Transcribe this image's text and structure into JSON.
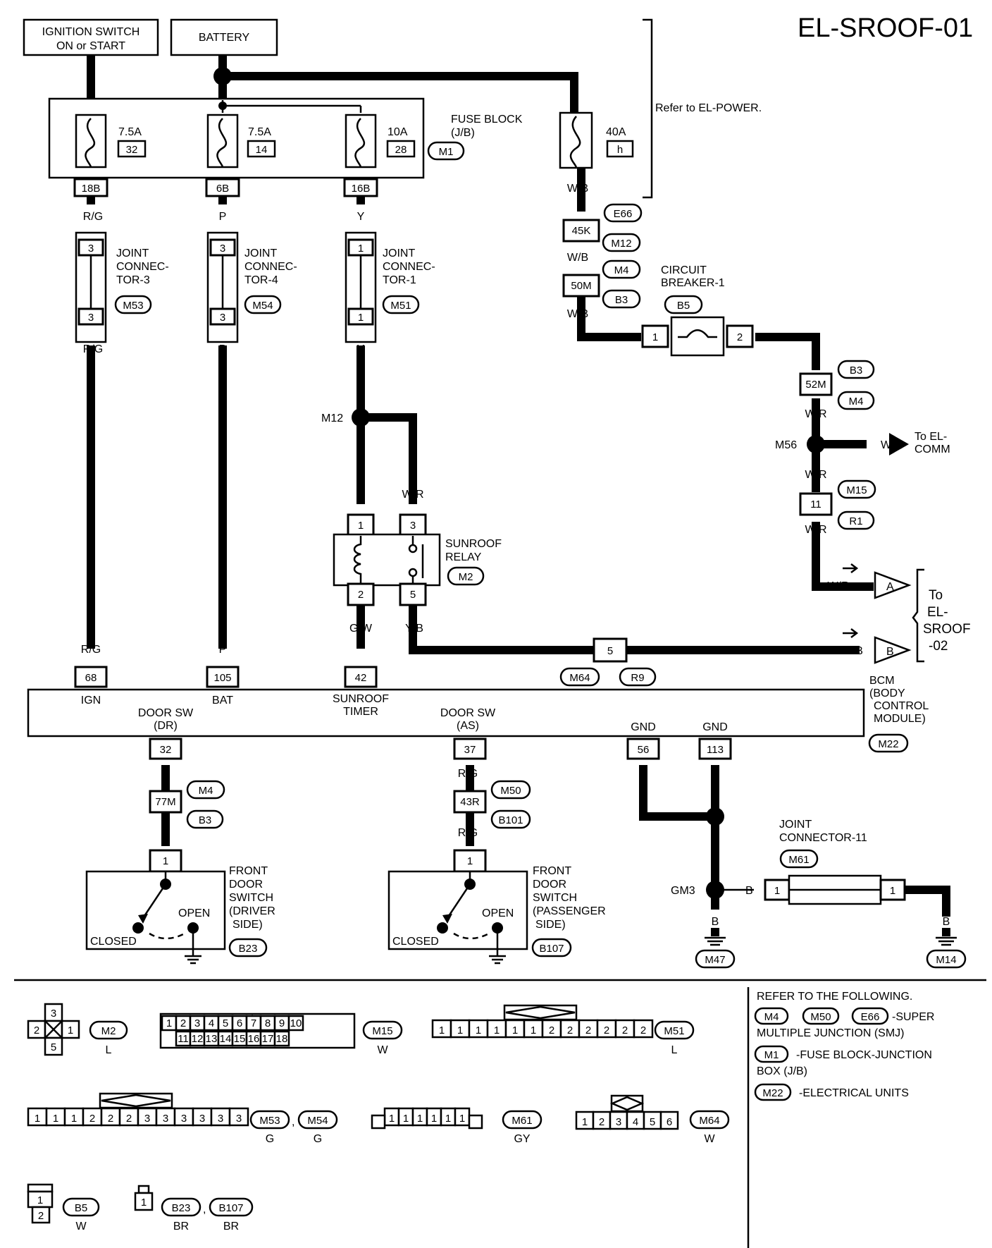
{
  "page_id": "EL-SROOF-01",
  "sources": {
    "ignition_line1": "IGNITION SWITCH",
    "ignition_line2": "ON or START",
    "battery": "BATTERY"
  },
  "refer_power": "Refer to EL-POWER.",
  "fuse_block": {
    "label_line1": "FUSE BLOCK",
    "label_line2": "(J/B)",
    "code": "M1",
    "fuses": [
      {
        "amp": "7.5A",
        "num": "32",
        "term": "18B"
      },
      {
        "amp": "7.5A",
        "num": "14",
        "term": "6B"
      },
      {
        "amp": "10A",
        "num": "28",
        "term": "16B"
      }
    ]
  },
  "fusible_link": {
    "amp": "40A",
    "num": "h"
  },
  "wire_colors": {
    "rg": "R/G",
    "p": "P",
    "y": "Y",
    "wb": "W/B",
    "wr": "W/R",
    "yb": "Y/B",
    "gw": "G/W",
    "r": "R",
    "b": "B"
  },
  "joint_connectors": [
    {
      "l1": "JOINT",
      "l2": "CONNEC-",
      "l3": "TOR-3",
      "code": "M53",
      "pin": "3"
    },
    {
      "l1": "JOINT",
      "l2": "CONNEC-",
      "l3": "TOR-4",
      "code": "M54",
      "pin": "3"
    },
    {
      "l1": "JOINT",
      "l2": "CONNEC-",
      "l3": "TOR-1",
      "code": "M51",
      "pin": "1"
    }
  ],
  "harness": {
    "e66": "E66",
    "c45k": "45K",
    "m12": "M12",
    "m4": "M4",
    "c50m": "50M",
    "b3": "B3",
    "c52m": "52M",
    "m15": "M15",
    "r1": "R1",
    "c11": "11",
    "m64": "M64",
    "r9": "R9",
    "c5": "5",
    "m50": "M50",
    "b101": "B101",
    "c77m": "77M",
    "c43r": "43R"
  },
  "circuit_breaker": {
    "l1": "CIRCUIT",
    "l2": "BREAKER-1",
    "code": "B5",
    "pin1": "1",
    "pin2": "2"
  },
  "splices": {
    "m12": "M12",
    "m56": "M56",
    "gm3": "GM3"
  },
  "to_comm": {
    "l1": "To EL-",
    "l2": "COMM"
  },
  "relay": {
    "l1": "SUNROOF",
    "l2": "RELAY",
    "code": "M2",
    "pins": [
      "1",
      "3",
      "2",
      "5"
    ]
  },
  "to_sroof02": {
    "l1": "To",
    "l2": "EL-",
    "l3": "SROOF",
    "l4": "-02",
    "a": "A",
    "b": "B"
  },
  "bcm": {
    "l1": "BCM",
    "l2": "(BODY",
    "l3": "CONTROL",
    "l4": "MODULE)",
    "code": "M22",
    "pins_top": [
      {
        "num": "68",
        "label": "IGN"
      },
      {
        "num": "105",
        "label": "BAT"
      },
      {
        "num": "42",
        "label1": "SUNROOF",
        "label2": "TIMER"
      }
    ],
    "pins_bottom": [
      {
        "num": "32",
        "label1": "DOOR SW",
        "label2": "(DR)"
      },
      {
        "num": "37",
        "label1": "DOOR SW",
        "label2": "(AS)"
      },
      {
        "num": "56",
        "label": "GND"
      },
      {
        "num": "113",
        "label": "GND"
      }
    ]
  },
  "door_switches": [
    {
      "l1": "FRONT",
      "l2": "DOOR",
      "l3": "SWITCH",
      "l4": "(DRIVER",
      "l5": "SIDE)",
      "code": "B23",
      "pin": "1",
      "open": "OPEN",
      "closed": "CLOSED"
    },
    {
      "l1": "FRONT",
      "l2": "DOOR",
      "l3": "SWITCH",
      "l4": "(PASSENGER",
      "l5": "SIDE)",
      "code": "B107",
      "pin": "1",
      "open": "OPEN",
      "closed": "CLOSED"
    }
  ],
  "joint11": {
    "l1": "JOINT",
    "l2": "CONNECTOR-11",
    "code": "M61",
    "pin": "1"
  },
  "grounds": {
    "m47": "M47",
    "m14": "M14"
  },
  "legend": {
    "l1": "REFER TO THE FOLLOWING.",
    "smj_codes": [
      "M4",
      "M50",
      "E66"
    ],
    "smj_l1": "-SUPER",
    "smj_l2": "MULTIPLE JUNCTION (SMJ)",
    "jb_code": "M1",
    "jb_l1": "-FUSE BLOCK-JUNCTION",
    "jb_l2": "BOX (J/B)",
    "eu_code": "M22",
    "eu_l1": "-ELECTRICAL UNITS"
  },
  "connector_views": {
    "m2": {
      "code": "M2",
      "color": "L",
      "pins": [
        "3",
        "2",
        "1",
        "5"
      ]
    },
    "m15": {
      "code": "M15",
      "color": "W",
      "row1": [
        "1",
        "2",
        "3",
        "4",
        "5",
        "6",
        "7",
        "8",
        "9",
        "10"
      ],
      "row2": [
        "11",
        "12",
        "13",
        "14",
        "15",
        "16",
        "17",
        "18"
      ]
    },
    "m51": {
      "code": "M51",
      "color": "L",
      "pins": [
        "1",
        "1",
        "1",
        "1",
        "1",
        "1",
        "2",
        "2",
        "2",
        "2",
        "2",
        "2"
      ]
    },
    "m53": {
      "code": "M53",
      "color": "G",
      "code2": "M54",
      "color2": "G",
      "pins": [
        "1",
        "1",
        "1",
        "2",
        "2",
        "2",
        "3",
        "3",
        "3",
        "3",
        "3",
        "3"
      ]
    },
    "m61": {
      "code": "M61",
      "color": "GY",
      "pins": [
        "1",
        "1",
        "1",
        "1",
        "1",
        "1"
      ]
    },
    "m64": {
      "code": "M64",
      "color": "W",
      "pins": [
        "1",
        "2",
        "3",
        "4",
        "5",
        "6"
      ]
    },
    "b5": {
      "code": "B5",
      "color": "W",
      "pins": [
        "1",
        "2"
      ]
    },
    "b23": {
      "code": "B23",
      "color": "BR",
      "code2": "B107",
      "color2": "BR",
      "pin": "1"
    }
  }
}
